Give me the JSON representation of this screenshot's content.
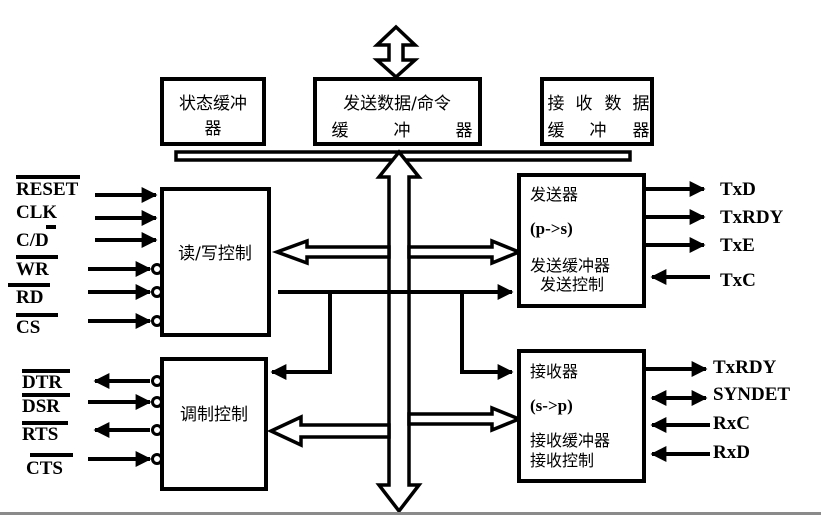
{
  "title": "8251A USART internal block diagram",
  "top_boxes": {
    "status": {
      "line1": "状态缓冲",
      "line2": "器"
    },
    "tx_data_cmd": {
      "line1": "发送数据/命令",
      "line2a": "缓",
      "line2b": "冲",
      "line2c": "器"
    },
    "rx_data": {
      "line1a": "接",
      "line1b": "收",
      "line1c": "数",
      "line1d": "据",
      "line2a": "缓",
      "line2b": "冲",
      "line2c": "器"
    }
  },
  "rw_control": {
    "label": "读/写控制",
    "signals": [
      {
        "name": "RESET",
        "overbar": true,
        "direction": "in",
        "active_low_bubble": false
      },
      {
        "name": "CLK",
        "overbar": false,
        "direction": "in",
        "active_low_bubble": false
      },
      {
        "name": "C/D",
        "overbar_part": "D",
        "direction": "in",
        "active_low_bubble": false
      },
      {
        "name": "WR",
        "overbar": true,
        "direction": "in",
        "active_low_bubble": true
      },
      {
        "name": "RD",
        "overbar": true,
        "direction": "in",
        "active_low_bubble": true
      },
      {
        "name": "CS",
        "overbar": true,
        "direction": "in",
        "active_low_bubble": true
      }
    ]
  },
  "modem_control": {
    "label": "调制控制",
    "signals": [
      {
        "name": "DTR",
        "overbar": true,
        "direction": "out",
        "active_low_bubble": true
      },
      {
        "name": "DSR",
        "overbar": true,
        "direction": "in",
        "active_low_bubble": true
      },
      {
        "name": "RTS",
        "overbar": true,
        "direction": "out",
        "active_low_bubble": true
      },
      {
        "name": "CTS",
        "overbar": true,
        "direction": "in",
        "active_low_bubble": true
      }
    ]
  },
  "transmitter": {
    "title": "发送器",
    "mode": "(p->s)",
    "line3": "发送缓冲器",
    "line4": "发送控制",
    "signals": [
      {
        "name": "TxD",
        "direction": "out"
      },
      {
        "name": "TxRDY",
        "direction": "out"
      },
      {
        "name": "TxE",
        "direction": "out"
      },
      {
        "name": "TxC",
        "direction": "in"
      }
    ]
  },
  "receiver": {
    "title": "接收器",
    "mode": "(s->p)",
    "line3": "接收缓冲器",
    "line4": "接收控制",
    "signals": [
      {
        "name": "TxRDY",
        "direction": "out"
      },
      {
        "name": "SYNDET",
        "direction": "bidirectional"
      },
      {
        "name": "RxC",
        "direction": "in"
      },
      {
        "name": "RxD",
        "direction": "in"
      }
    ]
  },
  "colors": {
    "stroke": "#000000",
    "background": "#ffffff",
    "bottom_bar": "#8a8a8a"
  }
}
